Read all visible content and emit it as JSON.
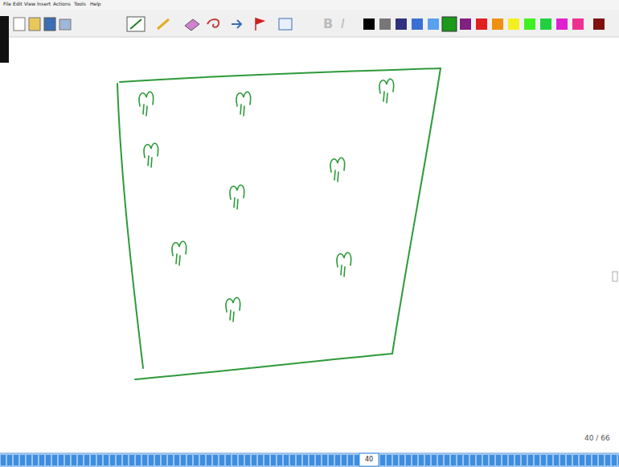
{
  "diagram": {
    "labels": [
      "File",
      "Edit",
      "View",
      "Insert",
      "Actions",
      "Tools",
      "Help",
      "B",
      "I",
      "40 / 66",
      "40"
    ]
  }
}
